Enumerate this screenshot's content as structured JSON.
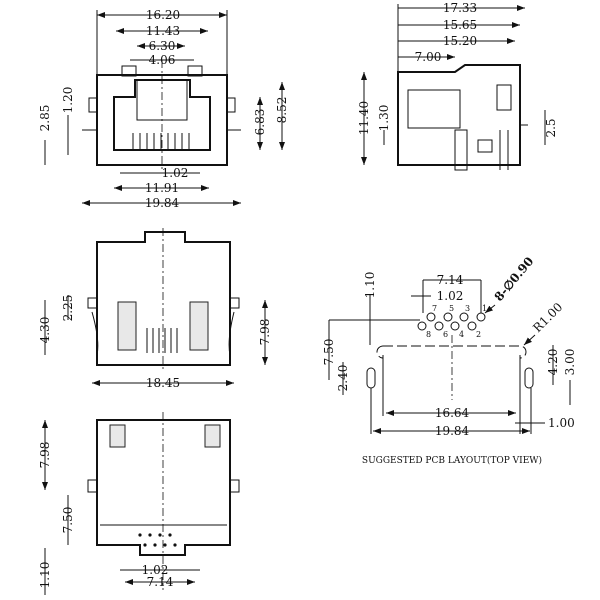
{
  "front_view": {
    "dims": [
      "16.20",
      "11.43",
      "6.30",
      "4.06",
      "2.85",
      "1.20",
      "6.83",
      "8.52",
      "1.02",
      "11.91",
      "19.84"
    ]
  },
  "side_view": {
    "dims": [
      "17.33",
      "15.65",
      "15.20",
      "7.00",
      "11.40",
      "1.30",
      "2.5"
    ]
  },
  "top_view": {
    "dims": [
      "4.30",
      "2.25",
      "7.98",
      "18.45"
    ]
  },
  "bottom_view": {
    "dims": [
      "7.98",
      "7.50",
      "1.10",
      "1.02",
      "7.14"
    ]
  },
  "pcb_layout": {
    "dims": [
      "7.14",
      "1.02",
      "8-∅0.90",
      "1.10",
      "7.50",
      "2.40",
      "R1.00",
      "4.20",
      "3.00",
      "16.64",
      "19.84",
      "1.00"
    ],
    "pin_numbers_top": [
      "7",
      "5",
      "3",
      "1"
    ],
    "pin_numbers_bottom": [
      "8",
      "6",
      "4",
      "2"
    ],
    "caption": "SUGGESTED PCB LAYOUT(TOP VIEW)"
  }
}
